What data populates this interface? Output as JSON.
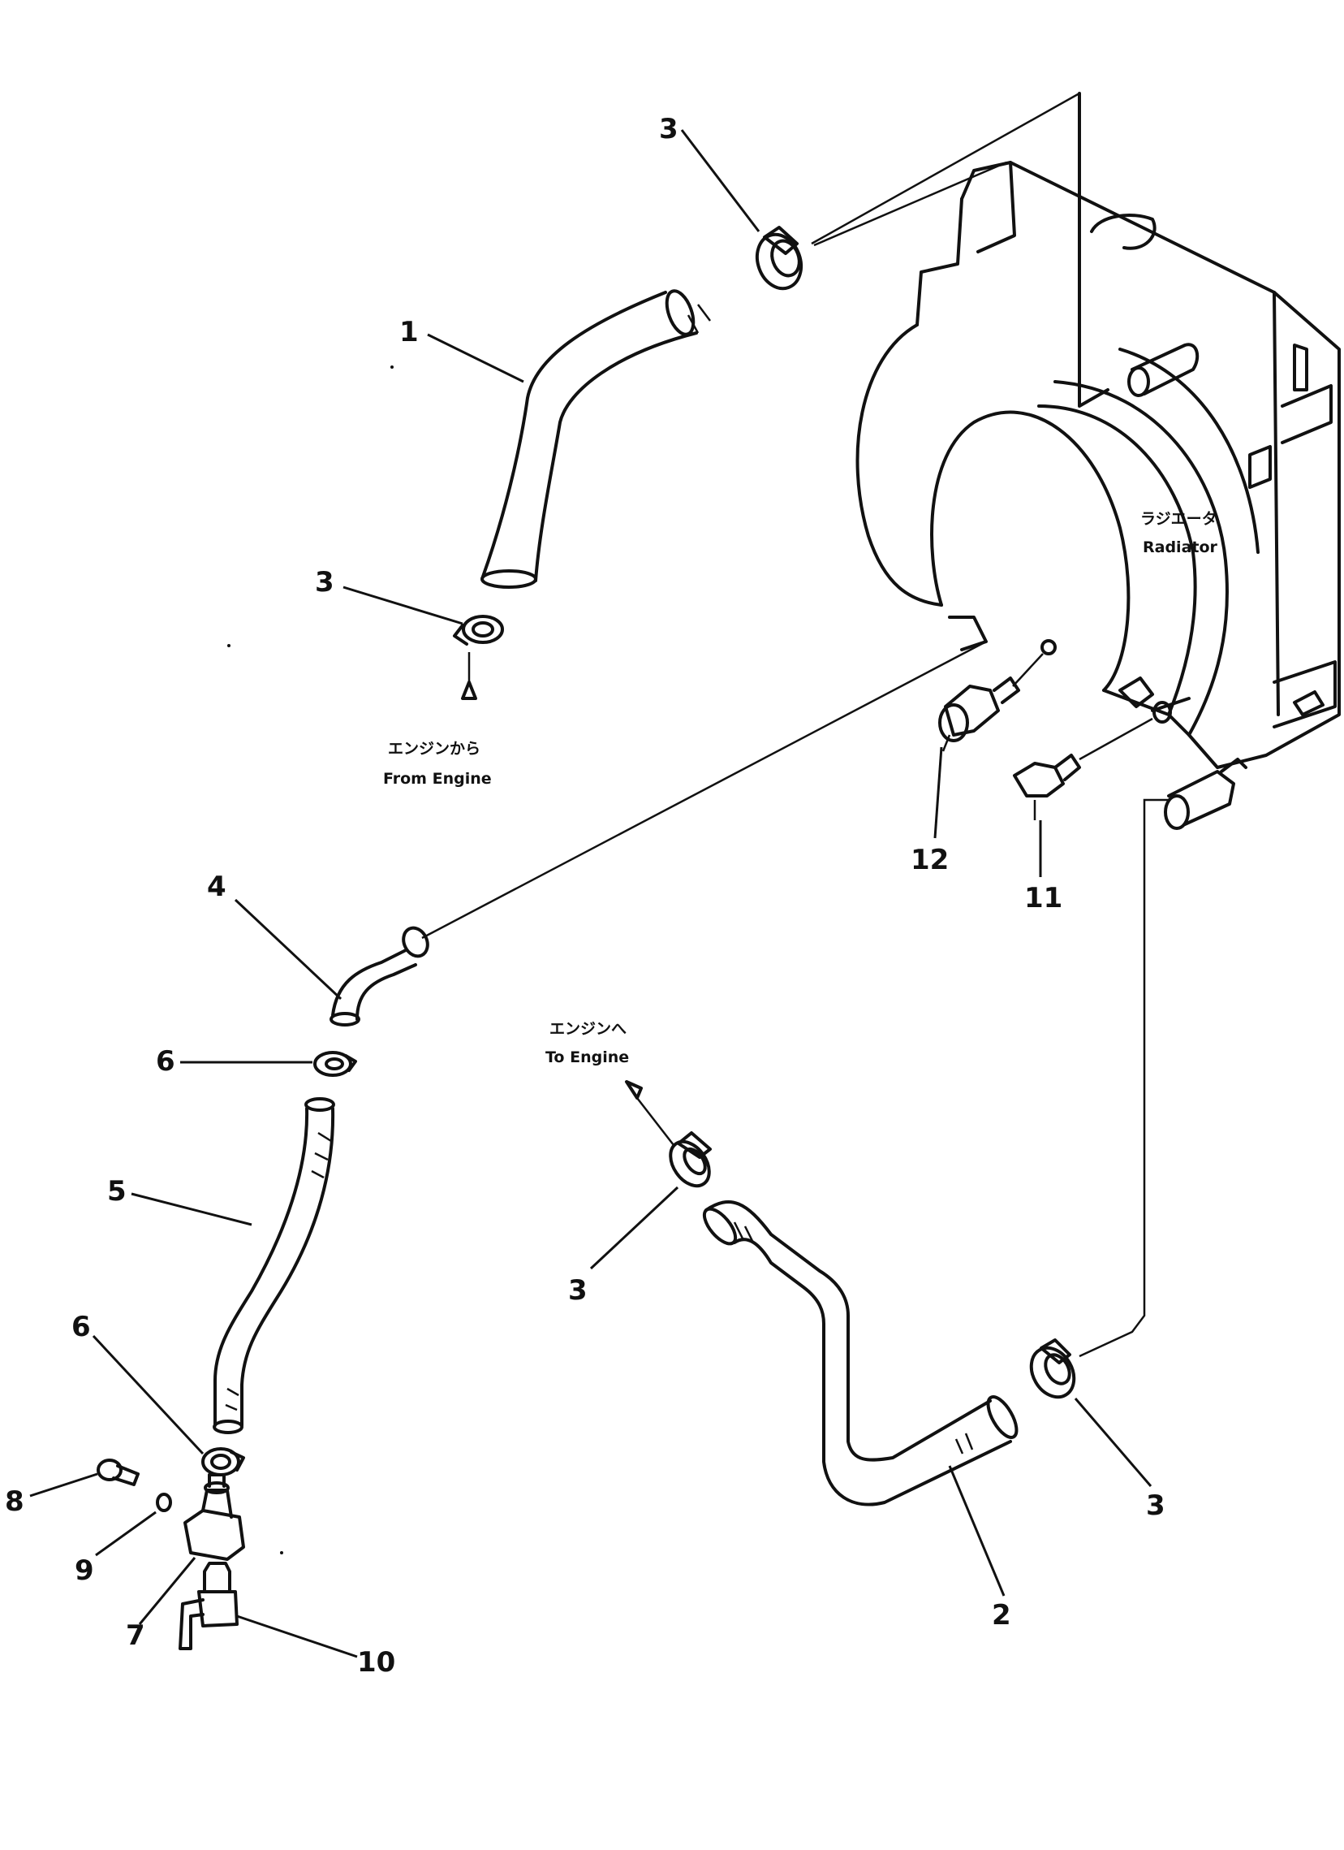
{
  "callouts": {
    "n1": "1",
    "n2": "2",
    "n3a": "3",
    "n3b": "3",
    "n3c": "3",
    "n3d": "3",
    "n4": "4",
    "n5": "5",
    "n6a": "6",
    "n6b": "6",
    "n7": "7",
    "n8": "8",
    "n9": "9",
    "n10": "10",
    "n11": "11",
    "n12": "12"
  },
  "labels": {
    "radiator_jp": "ラジエータ",
    "radiator_en": "Radiator",
    "from_engine_jp": "エンジンから",
    "from_engine_en": "From Engine",
    "to_engine_jp": "エンジンへ",
    "to_engine_en": "To Engine"
  }
}
